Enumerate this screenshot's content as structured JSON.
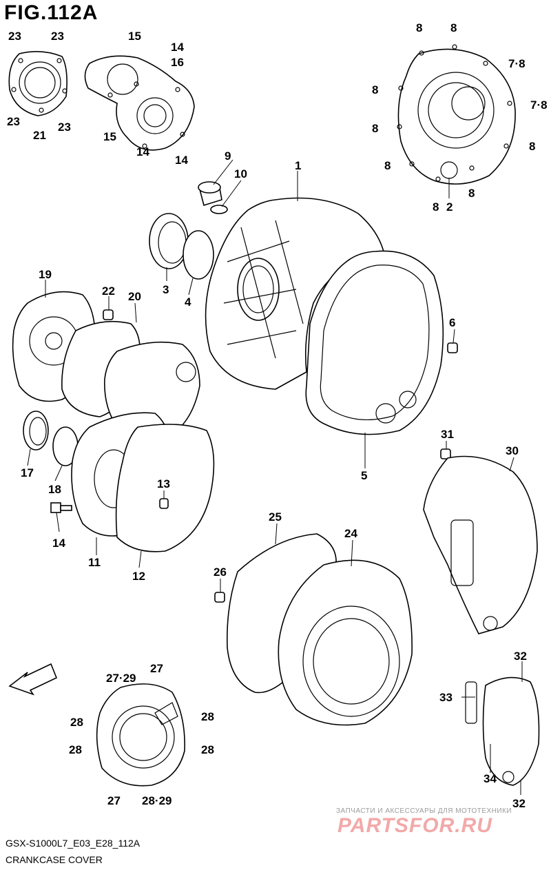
{
  "figure_title": "FIG.112A",
  "diagram_code": "GSX-S1000L7_E03_E28_112A",
  "caption": "CRANKCASE COVER",
  "watermark": {
    "tagline": "ЗАПЧАСТИ И АКСЕССУАРЫ ДЛЯ МОТОТЕХНИКИ",
    "logo": "PARTSFOR.RU"
  },
  "fwd_label": "FWD",
  "callouts": {
    "c1": "1",
    "c2": "2",
    "c3": "3",
    "c4": "4",
    "c5": "5",
    "c6": "6",
    "c8a": "8",
    "c8b": "8",
    "c78a": "7·8",
    "c8c": "8",
    "c78b": "7·8",
    "c8d": "8",
    "c8e": "8",
    "c8f": "8",
    "c8g": "8",
    "c8h": "8",
    "c9": "9",
    "c10": "10",
    "c11": "11",
    "c12": "12",
    "c13": "13",
    "c14a": "14",
    "c14b": "14",
    "c14c": "14",
    "c14d": "14",
    "c15a": "15",
    "c15b": "15",
    "c16": "16",
    "c17": "17",
    "c18": "18",
    "c19": "19",
    "c20": "20",
    "c21": "21",
    "c22": "22",
    "c23a": "23",
    "c23b": "23",
    "c23c": "23",
    "c23d": "23",
    "c24": "24",
    "c25": "25",
    "c26": "26",
    "c2729a": "27·29",
    "c27a": "27",
    "c27b": "27",
    "c2829": "28·29",
    "c28a": "28",
    "c28b": "28",
    "c28c": "28",
    "c28d": "28",
    "c30": "30",
    "c31": "31",
    "c32a": "32",
    "c32b": "32",
    "c33": "33",
    "c34": "34"
  }
}
